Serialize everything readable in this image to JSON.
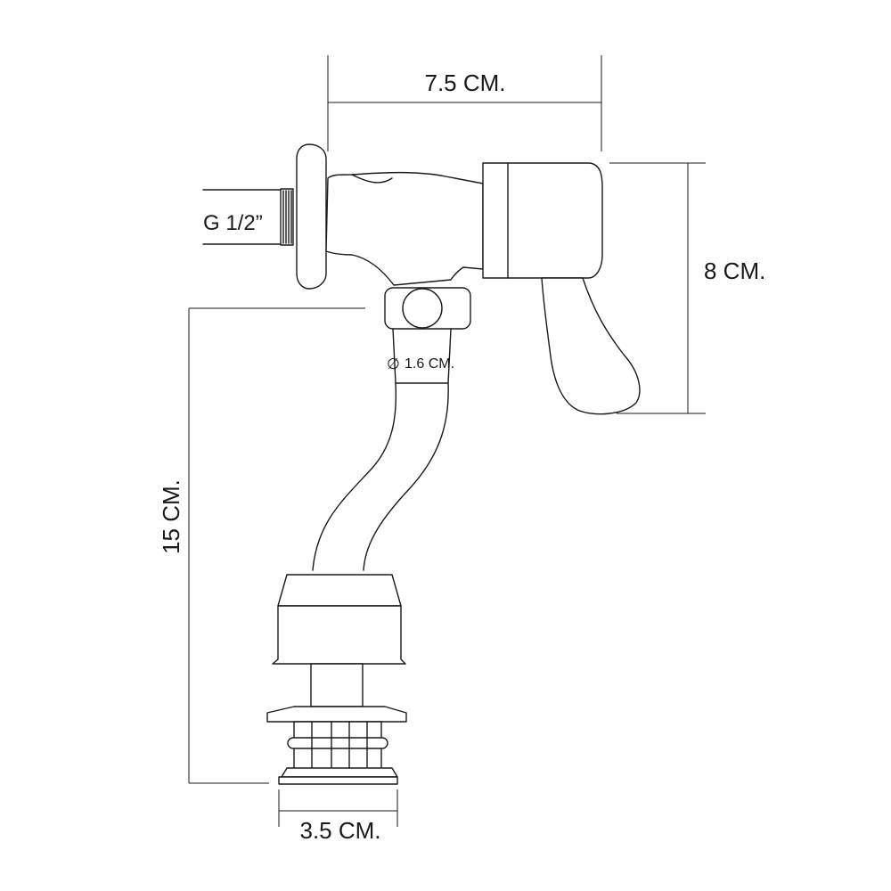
{
  "dimensions": {
    "width_top": "7.5 CM.",
    "height_right": "8 CM.",
    "diameter": "1.6 CM.",
    "diameter_symbol": "∅",
    "height_left": "15 CM.",
    "width_bottom": "3.5 CM.",
    "thread": "G 1/2”"
  },
  "colors": {
    "stroke": "#1a1a1a",
    "background": "#ffffff"
  }
}
